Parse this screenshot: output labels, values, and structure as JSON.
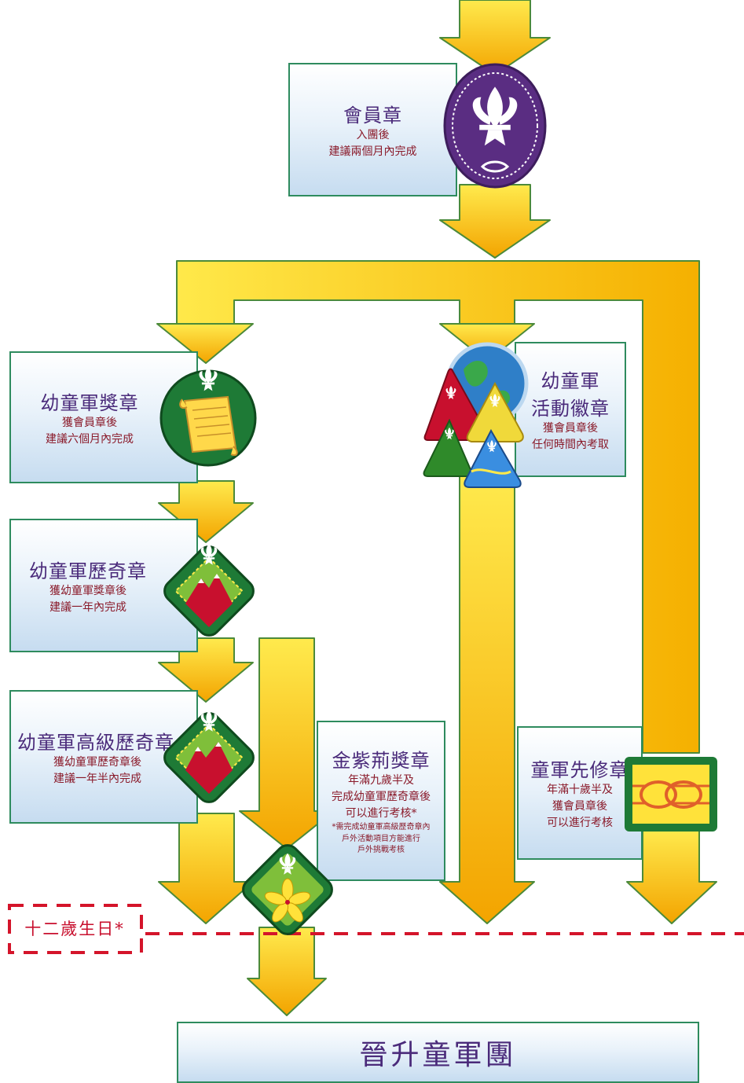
{
  "member_badge": {
    "title": "會員章",
    "line1": "入團後",
    "line2": "建議兩個月內完成"
  },
  "award_badge": {
    "title": "幼童軍獎章",
    "line1": "獲會員章後",
    "line2": "建議六個月內完成"
  },
  "adventure_badge": {
    "title": "幼童軍歷奇章",
    "line1": "獲幼童軍獎章後",
    "line2": "建議一年內完成"
  },
  "advanced_adventure_badge": {
    "title": "幼童軍高級歷奇章",
    "line1": "獲幼童軍歷奇章後",
    "line2": "建議一年半內完成"
  },
  "activity_badge": {
    "title1": "幼童軍",
    "title2": "活動徽章",
    "line1": "獲會員章後",
    "line2": "任何時間內考取"
  },
  "bauhinia_award": {
    "title": "金紫荊獎章",
    "line1": "年滿九歲半及",
    "line2": "完成幼童軍歷奇章後",
    "line3": "可以進行考核*",
    "note1": "*需完成幼童軍高級歷奇章內",
    "note2": "戶外活動項目方能進行",
    "note3": "戶外挑戰考核"
  },
  "scout_prep_badge": {
    "title": "童軍先修章",
    "line1": "年滿十歲半及",
    "line2": "獲會員章後",
    "line3": "可以進行考核"
  },
  "birthday_marker": {
    "label": "十二歲生日*"
  },
  "final_step": {
    "label": "晉升童軍團"
  },
  "colors": {
    "arrow_light": "#ffe94a",
    "arrow_dark": "#f2a900",
    "arrow_border": "#4c8a3a",
    "box_border": "#2e8b5e",
    "purple": "#5a2d82",
    "badge_green": "#1e6b32",
    "dash_red": "#d4142a"
  }
}
